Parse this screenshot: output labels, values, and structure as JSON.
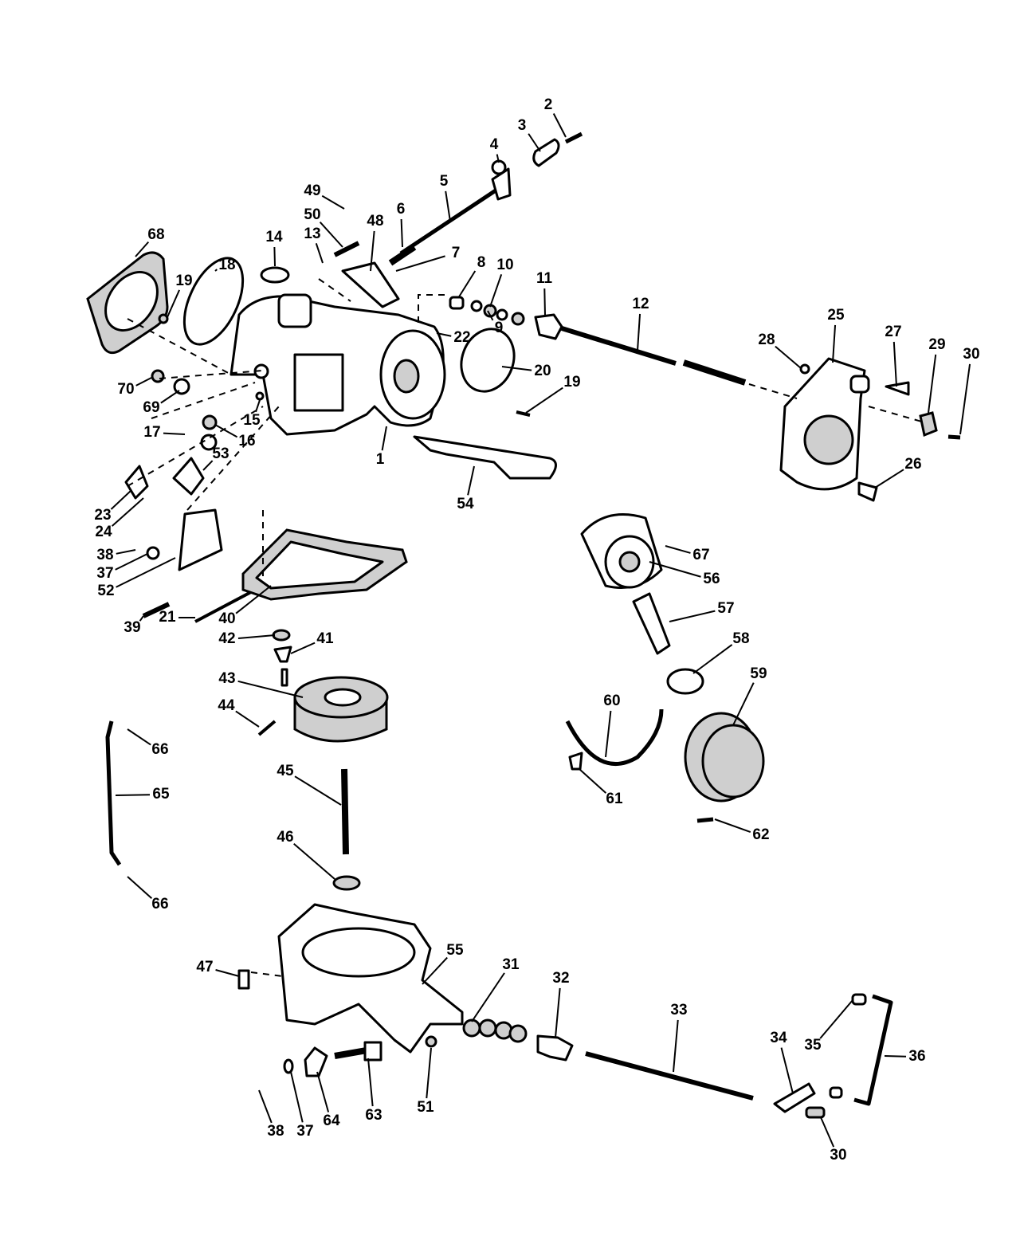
{
  "diagram": {
    "type": "exploded-parts-diagram",
    "part_labels": [
      "2",
      "3",
      "4",
      "5",
      "6",
      "7",
      "8",
      "10",
      "11",
      "9",
      "12",
      "22",
      "20",
      "19",
      "49",
      "50",
      "48",
      "13",
      "14",
      "18",
      "68",
      "19",
      "70",
      "69",
      "17",
      "16",
      "15",
      "1",
      "53",
      "23",
      "24",
      "38",
      "37",
      "52",
      "39",
      "21",
      "40",
      "42",
      "41",
      "43",
      "44",
      "54",
      "28",
      "25",
      "27",
      "29",
      "30",
      "26",
      "67",
      "56",
      "57",
      "58",
      "59",
      "60",
      "61",
      "62",
      "66",
      "65",
      "45",
      "46",
      "66",
      "47",
      "55",
      "31",
      "32",
      "33",
      "34",
      "35",
      "36",
      "38",
      "37",
      "64",
      "63",
      "51",
      "30"
    ]
  }
}
